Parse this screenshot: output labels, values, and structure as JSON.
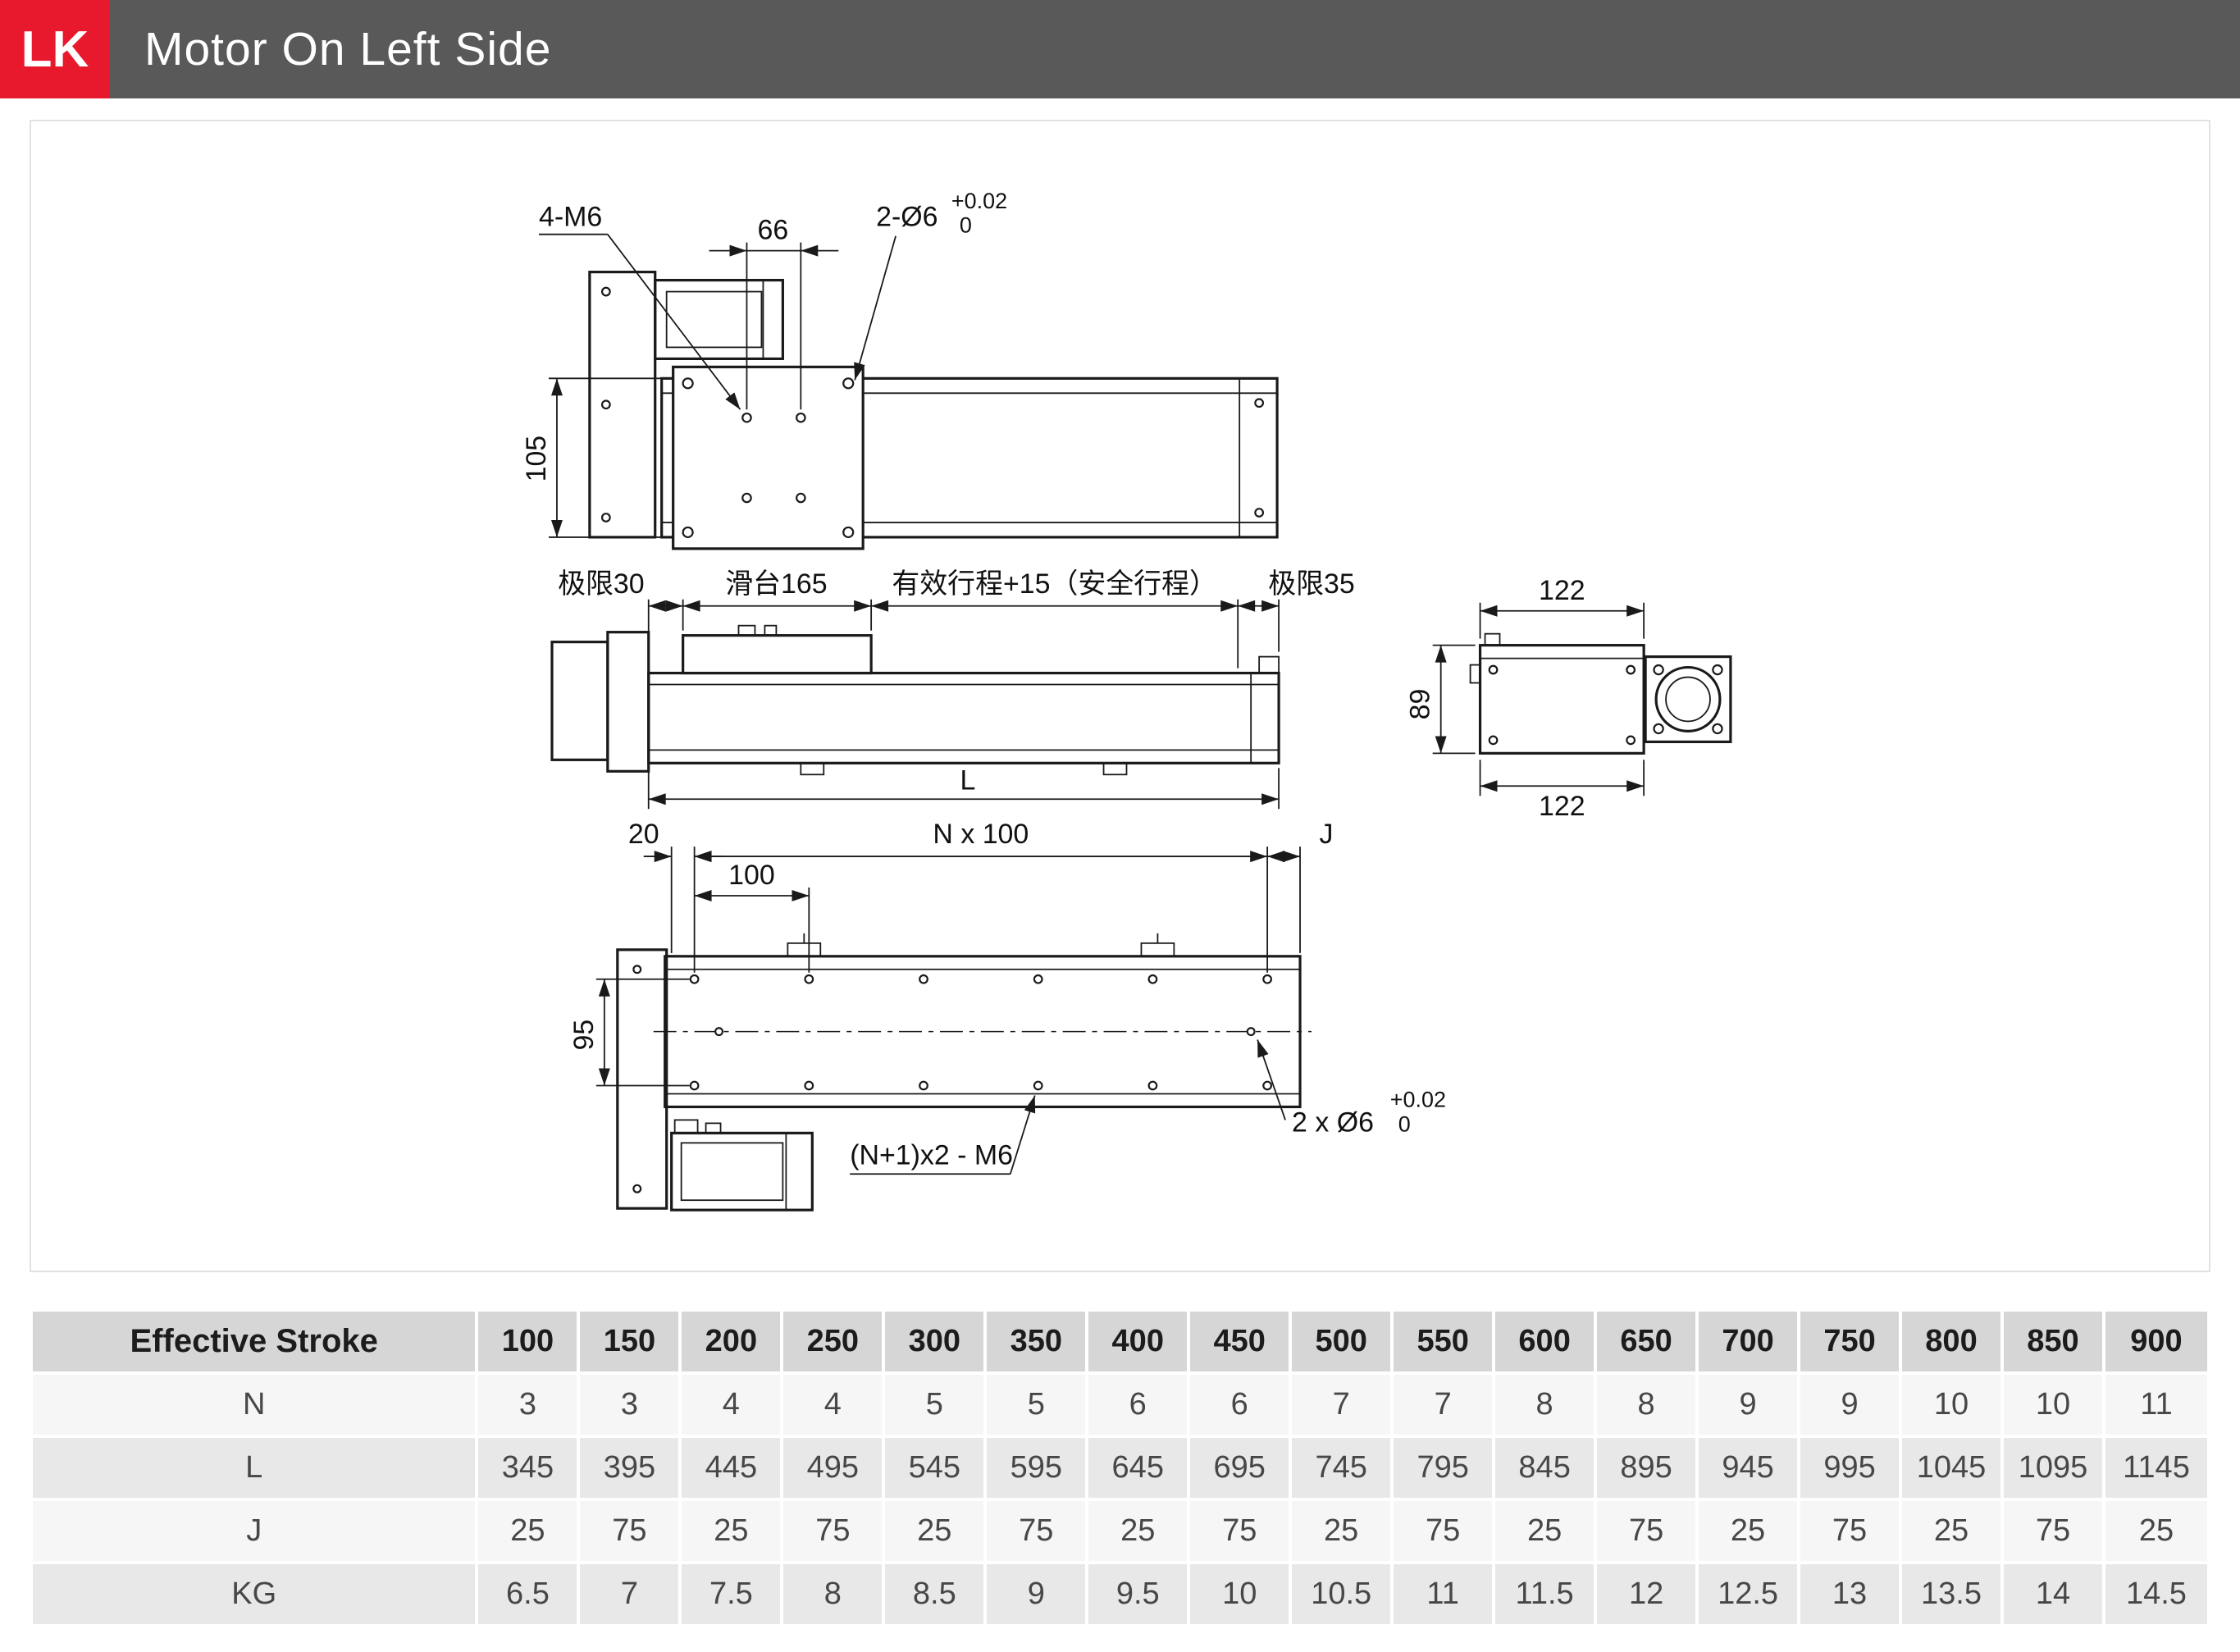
{
  "header": {
    "badge": "LK",
    "title": "Motor On Left Side",
    "accent_color": "#e8192c",
    "bar_color": "#595959"
  },
  "drawing": {
    "top_view": {
      "hole_callout": "4-M6",
      "dim_66": "66",
      "dowel_callout": "2-Ø6",
      "tol_upper": "+0.02",
      "tol_lower": "0",
      "dim_105": "105"
    },
    "side_view": {
      "limit_left": "极限30",
      "slider": "滑台165",
      "stroke": "有效行程+15（安全行程）",
      "limit_right": "极限35",
      "length": "L"
    },
    "end_view": {
      "dim_width_top": "122",
      "dim_height": "89",
      "dim_width_bottom": "122"
    },
    "bottom_view": {
      "dim_20": "20",
      "pitch_total": "N x 100",
      "dim_j": "J",
      "dim_100": "100",
      "dim_95": "95",
      "tap_callout": "(N+1)x2 - M6",
      "dowel_callout": "2 x Ø6",
      "tol_upper": "+0.02",
      "tol_lower": "0"
    }
  },
  "table": {
    "header": [
      "Effective Stroke",
      "100",
      "150",
      "200",
      "250",
      "300",
      "350",
      "400",
      "450",
      "500",
      "550",
      "600",
      "650",
      "700",
      "750",
      "800",
      "850",
      "900"
    ],
    "rows": [
      {
        "label": "N",
        "values": [
          "3",
          "3",
          "4",
          "4",
          "5",
          "5",
          "6",
          "6",
          "7",
          "7",
          "8",
          "8",
          "9",
          "9",
          "10",
          "10",
          "11"
        ]
      },
      {
        "label": "L",
        "values": [
          "345",
          "395",
          "445",
          "495",
          "545",
          "595",
          "645",
          "695",
          "745",
          "795",
          "845",
          "895",
          "945",
          "995",
          "1045",
          "1095",
          "1145"
        ]
      },
      {
        "label": "J",
        "values": [
          "25",
          "75",
          "25",
          "75",
          "25",
          "75",
          "25",
          "75",
          "25",
          "75",
          "25",
          "75",
          "25",
          "75",
          "25",
          "75",
          "25"
        ]
      },
      {
        "label": "KG",
        "values": [
          "6.5",
          "7",
          "7.5",
          "8",
          "8.5",
          "9",
          "9.5",
          "10",
          "10.5",
          "11",
          "11.5",
          "12",
          "12.5",
          "13",
          "13.5",
          "14",
          "14.5"
        ]
      }
    ]
  }
}
